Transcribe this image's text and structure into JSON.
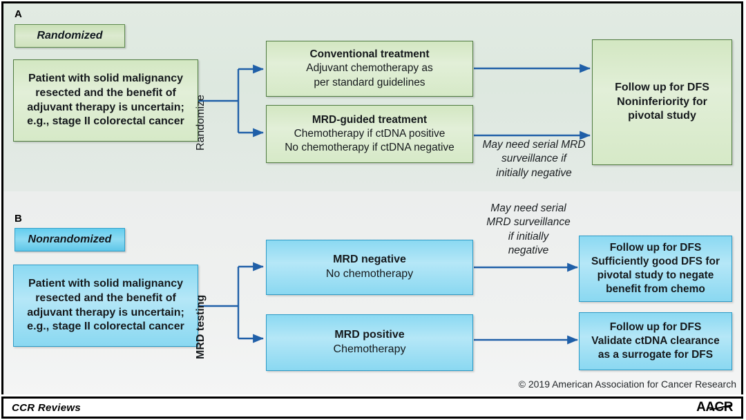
{
  "figure": {
    "accent_green_border": "#4e7a3f",
    "accent_blue_border": "#2b9ac6",
    "arrow_color": "#1f5fa8",
    "copyright": "© 2019 American Association for Cancer Research"
  },
  "footer": {
    "left_label": "CCR Reviews",
    "logo_label": "AACR"
  },
  "panel_a": {
    "letter": "A",
    "chip_label": "Randomized",
    "source_box": {
      "lines": [
        "Patient with solid malignancy",
        "resected and the benefit of",
        "adjuvant therapy is uncertain;",
        "e.g., stage II colorectal cancer"
      ]
    },
    "split_label": "Randomize",
    "branch_top": {
      "title": "Conventional treatment",
      "lines": [
        "Adjuvant chemotherapy as",
        "per standard guidelines"
      ]
    },
    "branch_bottom": {
      "title": "MRD-guided treatment",
      "lines": [
        "Chemotherapy if ctDNA positive",
        "No chemotherapy if ctDNA negative"
      ]
    },
    "annotation": [
      "May need serial MRD",
      "surveillance if",
      "initially negative"
    ],
    "outcome_box": {
      "lines": [
        "Follow up for DFS",
        "Noninferiority for",
        "pivotal study"
      ]
    }
  },
  "panel_b": {
    "letter": "B",
    "chip_label": "Nonrandomized",
    "source_box": {
      "lines": [
        "Patient with solid malignancy",
        "resected and the benefit of",
        "adjuvant therapy is uncertain;",
        "e.g., stage II colorectal cancer"
      ]
    },
    "split_label": "MRD testing",
    "branch_top": {
      "title": "MRD negative",
      "lines": [
        "No chemotherapy"
      ]
    },
    "branch_bottom": {
      "title": "MRD positive",
      "lines": [
        "Chemotherapy"
      ]
    },
    "annotation": [
      "May need serial",
      "MRD surveillance",
      "if initially",
      "negative"
    ],
    "outcome_top": {
      "lines": [
        "Follow up for DFS",
        "Sufficiently good DFS for",
        "pivotal study to negate",
        "benefit from chemo"
      ]
    },
    "outcome_bottom": {
      "lines": [
        "Follow up for DFS",
        "Validate ctDNA clearance",
        "as a surrogate for DFS"
      ]
    }
  }
}
